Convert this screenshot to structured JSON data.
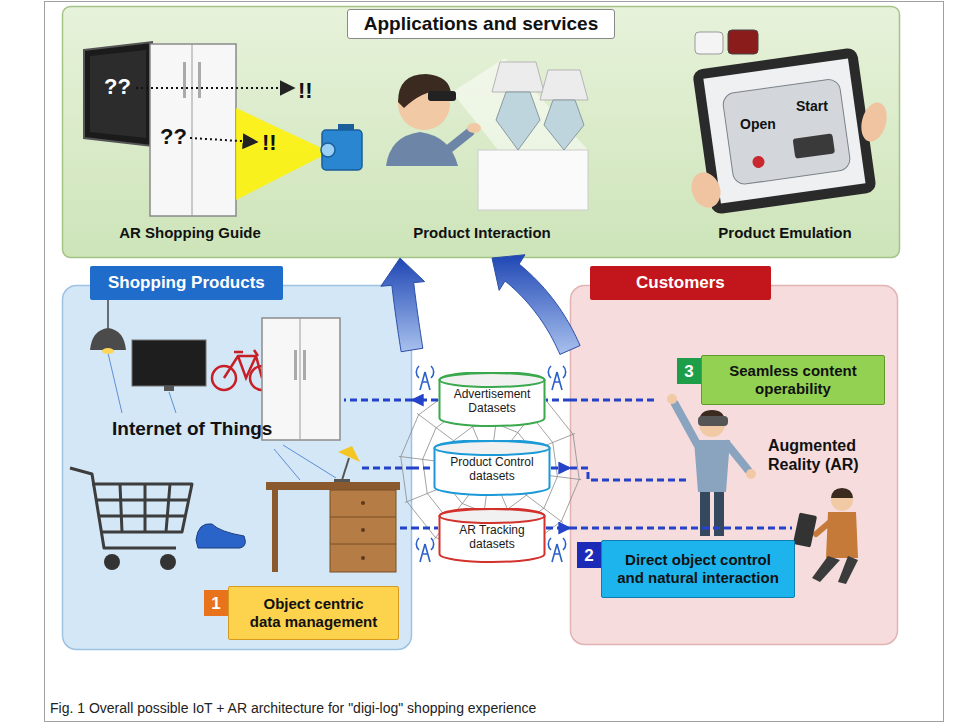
{
  "diagram": {
    "caption": "Fig. 1 Overall possible IoT + AR architecture for \"digi-log\" shopping experience",
    "nodes": [
      {
        "text": [
          "Applications and services"
        ]
      },
      {
        "text": [
          "Shopping Products"
        ]
      },
      {
        "text": [
          "1"
        ],
        "in": 1
      },
      {
        "text": [
          "Object centric data management"
        ],
        "in": 1
      },
      {
        "text": [
          "Advertisement Datasets"
        ]
      },
      {
        "text": [
          "Product Control datasets"
        ]
      },
      {
        "text": [
          "AR Tracking datasets"
        ]
      },
      {
        "text": [
          "Customers"
        ]
      },
      {
        "text": [
          "3"
        ],
        "in": 7
      },
      {
        "text": [
          "Seamless content operability"
        ],
        "in": 7
      },
      {
        "text": [
          "2"
        ],
        "in": 7
      },
      {
        "text": [
          "Direct object control and natural interaction"
        ],
        "in": 7
      }
    ],
    "edges": [
      {
        "from": 4,
        "to": 1,
        "arrow": "to"
      },
      {
        "from": 7,
        "to": 4,
        "arrow": "none"
      },
      {
        "from": 1,
        "to": 5,
        "arrow": "none"
      },
      {
        "from": 5,
        "to": 7,
        "arrow": "to"
      },
      {
        "from": 1,
        "to": 6,
        "arrow": "none"
      },
      {
        "from": 6,
        "to": 7,
        "arrow": "to"
      },
      {
        "from": 1,
        "to": 0,
        "arrow": "to"
      },
      {
        "from": 7,
        "to": 0,
        "arrow": "to"
      }
    ],
    "labels": [
      "??",
      "??",
      "!!",
      "!!",
      "AR Shopping Guide",
      "Product Interaction",
      "Product Emulation",
      "Open",
      "Start",
      "Internet of Things",
      "Augmented Reality (AR)"
    ]
  }
}
